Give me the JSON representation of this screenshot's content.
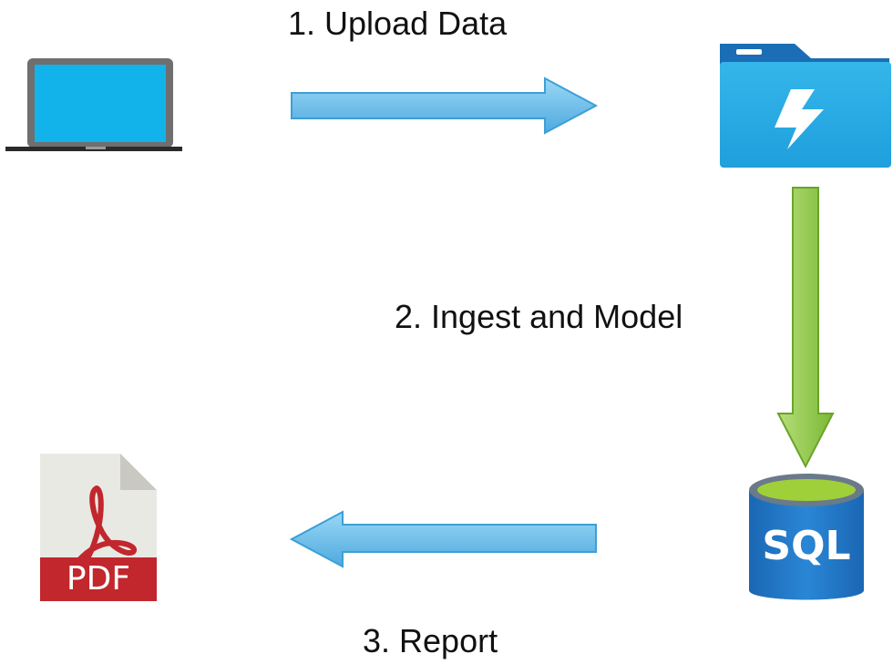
{
  "steps": [
    {
      "label": "1. Upload Data"
    },
    {
      "label": "2. Ingest and Model"
    },
    {
      "label": "3. Report"
    }
  ],
  "nodes": {
    "laptop": {
      "icon": "laptop-icon"
    },
    "storage": {
      "icon": "data-lake-folder-icon"
    },
    "database": {
      "icon": "sql-database-icon",
      "label": "SQL"
    },
    "report": {
      "icon": "pdf-file-icon",
      "label": "PDF"
    }
  },
  "colors": {
    "blue_arrow": "#6cc0ea",
    "blue_arrow_stroke": "#3d9fd6",
    "green_arrow": "#8ec63f",
    "green_arrow_stroke": "#6aa32a",
    "pdf_red": "#c1272d",
    "sql_blue": "#1d73c4",
    "folder_blue": "#2aa8e0"
  }
}
